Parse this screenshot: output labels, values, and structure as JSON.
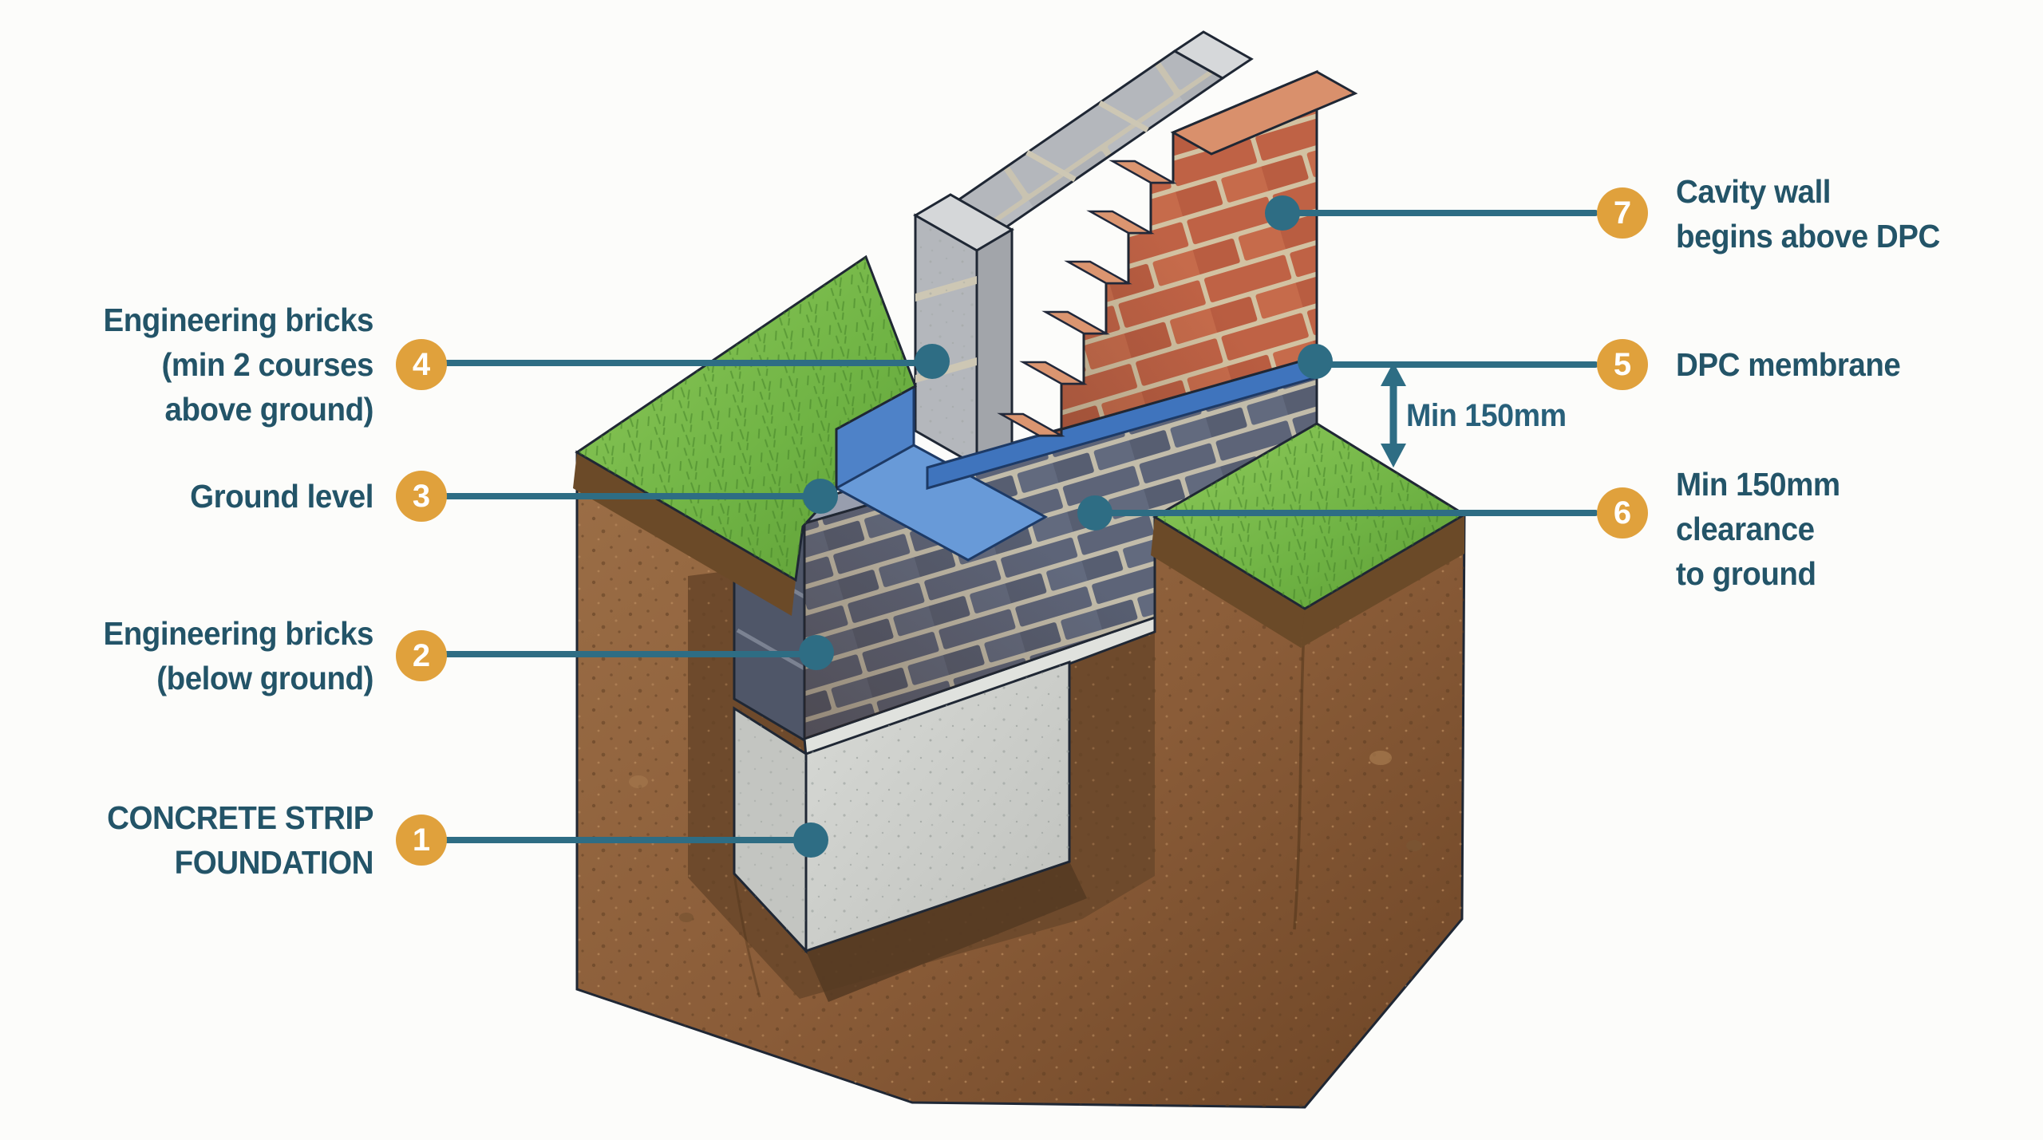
{
  "figure": {
    "type": "construction-diagram",
    "subject": "Cavity wall strip foundation cross-section",
    "background_color": "#fcfcfa",
    "accent_teal": "#2e6d84",
    "label_text_color": "#235468",
    "badge_color": "#e0a13c",
    "badge_text_color": "#ffffff",
    "materials": {
      "grass": "#6fb344",
      "topsoil": "#6b4a28",
      "soil": "#8a5c38",
      "concrete": "#ced0cc",
      "engineering_brick": "#5d6478",
      "dpc_membrane": "#3f74bd",
      "block_leaf": "#b4b7bc",
      "red_brick": "#bf6245"
    }
  },
  "annotations": {
    "left": [
      {
        "number": "4",
        "lines": [
          "Engineering bricks",
          "(min 2 courses",
          "above ground)"
        ]
      },
      {
        "number": "3",
        "lines": [
          "Ground level"
        ]
      },
      {
        "number": "2",
        "lines": [
          "Engineering bricks",
          "(below ground)"
        ]
      },
      {
        "number": "1",
        "lines": [
          "CONCRETE STRIP",
          "FOUNDATION"
        ]
      }
    ],
    "right": [
      {
        "number": "7",
        "lines": [
          "Cavity wall",
          "begins above DPC"
        ]
      },
      {
        "number": "5",
        "lines": [
          "DPC membrane"
        ]
      },
      {
        "number": "6",
        "lines": [
          "Min 150mm",
          "clearance",
          "to ground"
        ]
      }
    ],
    "dimension": {
      "label": "Min 150mm"
    }
  }
}
